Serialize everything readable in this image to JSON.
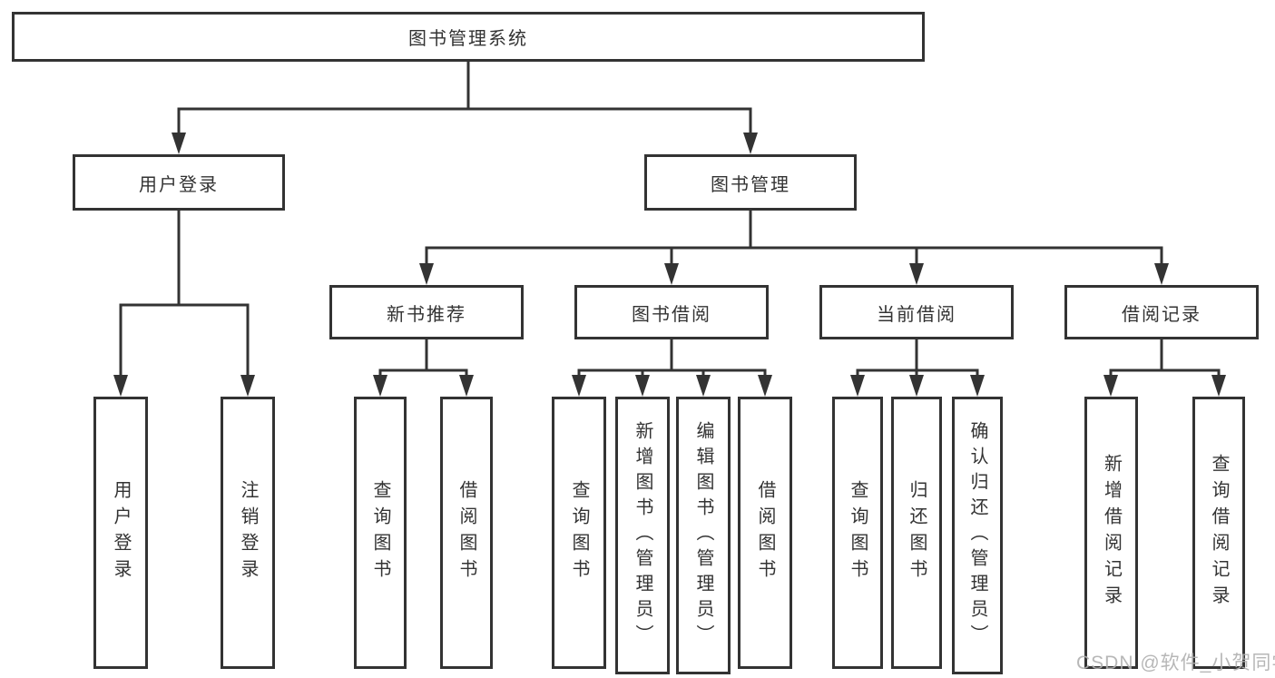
{
  "tree": {
    "root": {
      "label": "图书管理系统"
    },
    "branches": [
      {
        "label": "用户登录",
        "children": [
          {
            "label": "用户登录"
          },
          {
            "label": "注销登录"
          }
        ]
      },
      {
        "label": "图书管理",
        "groups": [
          {
            "label": "新书推荐",
            "children": [
              {
                "label": "查询图书"
              },
              {
                "label": "借阅图书"
              }
            ]
          },
          {
            "label": "图书借阅",
            "children": [
              {
                "label": "查询图书"
              },
              {
                "label": "新增图书（管理员）"
              },
              {
                "label": "编辑图书（管理员）"
              },
              {
                "label": "借阅图书"
              }
            ]
          },
          {
            "label": "当前借阅",
            "children": [
              {
                "label": "查询图书"
              },
              {
                "label": "归还图书"
              },
              {
                "label": "确认归还（管理员）"
              }
            ]
          },
          {
            "label": "借阅记录",
            "children": [
              {
                "label": "新增借阅记录"
              },
              {
                "label": "查询借阅记录"
              }
            ]
          }
        ]
      }
    ]
  },
  "watermark": {
    "text": "CSDN @软件_小贺同学"
  },
  "colors": {
    "line": "#333333",
    "text": "#333333",
    "watermark": "#b0b0b0",
    "background": "#ffffff"
  }
}
